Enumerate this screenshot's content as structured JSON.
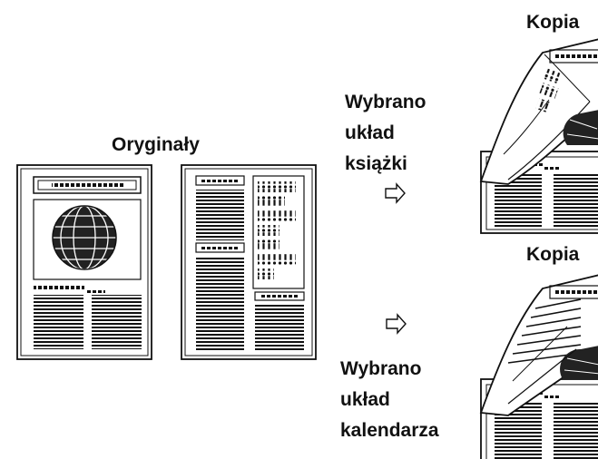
{
  "originals": {
    "title": "Oryginały"
  },
  "copies": {
    "top_title": "Kopia",
    "bottom_title": "Kopia"
  },
  "book_layout": {
    "line1": "Wybrano",
    "line2": "układ",
    "line3": "książki"
  },
  "calendar_layout": {
    "line1": "Wybrano",
    "line2": "układ",
    "line3": "kalendarza"
  }
}
